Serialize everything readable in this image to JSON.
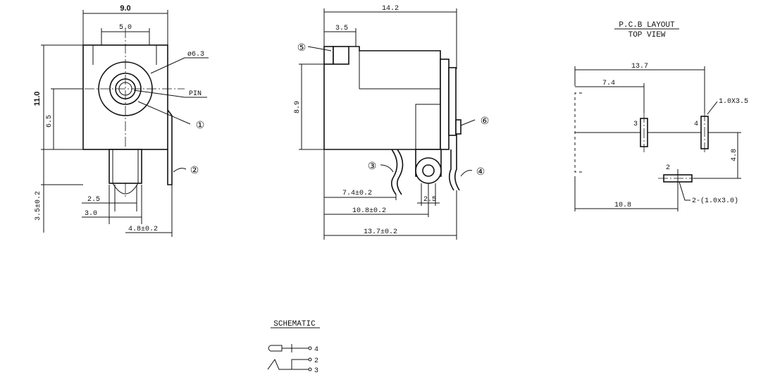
{
  "front_view": {
    "dims": {
      "width": "9.0",
      "inner_width": "5.0",
      "diameter": "ø6.3",
      "pin_label": "PIN",
      "height": "11.0",
      "center_height": "6.5",
      "bottom_height": "3.5±0.2",
      "pin_a": "2.5",
      "pin_b": "3.0",
      "offset": "4.8±0.2"
    },
    "callouts": [
      "①",
      "②"
    ]
  },
  "side_view": {
    "dims": {
      "length": "14.2",
      "tab": "3.5",
      "height": "8.9",
      "d1": "7.4±0.2",
      "d2": "2.5",
      "d3": "10.8±0.2",
      "d4": "13.7±0.2"
    },
    "callouts": [
      "⑤",
      "⑥",
      "③",
      "④"
    ]
  },
  "pcb_layout": {
    "title_line1": "P.C.B LAYOUT",
    "title_line2": "TOP VIEW",
    "dims": {
      "width": "13.7",
      "left": "7.4",
      "slot": "1.0X3.5",
      "height": "4.8",
      "bottom": "10.8",
      "slot2": "2-(1.0x3.0)"
    },
    "pads": [
      "3",
      "4",
      "2"
    ]
  },
  "schematic": {
    "title": "SCHEMATIC",
    "pins": [
      "4",
      "2",
      "3"
    ]
  }
}
